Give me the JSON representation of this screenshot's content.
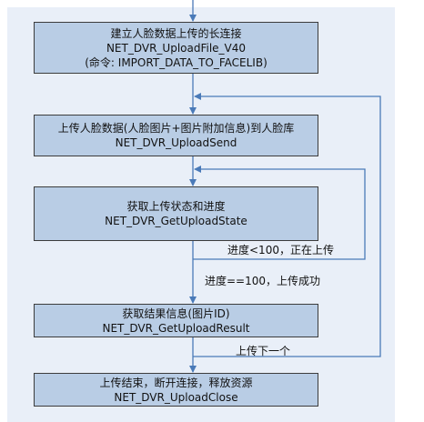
{
  "steps": [
    {
      "lines": [
        "建立人脸数据上传的长连接",
        "NET_DVR_UploadFile_V40",
        "(命令: IMPORT_DATA_TO_FACELIB)"
      ]
    },
    {
      "lines": [
        "上传人脸数据(人脸图片+图片附加信息)到人脸库",
        "NET_DVR_UploadSend"
      ]
    },
    {
      "lines": [
        "获取上传状态和进度",
        "NET_DVR_GetUploadState"
      ]
    },
    {
      "lines": [
        "获取结果信息(图片ID)",
        "NET_DVR_GetUploadResult"
      ]
    },
    {
      "lines": [
        "上传结束，断开连接，释放资源",
        "NET_DVR_UploadClose"
      ]
    }
  ],
  "edge_labels": {
    "progress_loop": "进度<100，正在上传",
    "success": "进度==100，上传成功",
    "next_upload": "上传下一个"
  },
  "colors": {
    "box_fill": "#b9cde5",
    "panel_bg": "#e9eff8",
    "arrow": "#4a7ab8",
    "border": "#3c3c3c"
  }
}
